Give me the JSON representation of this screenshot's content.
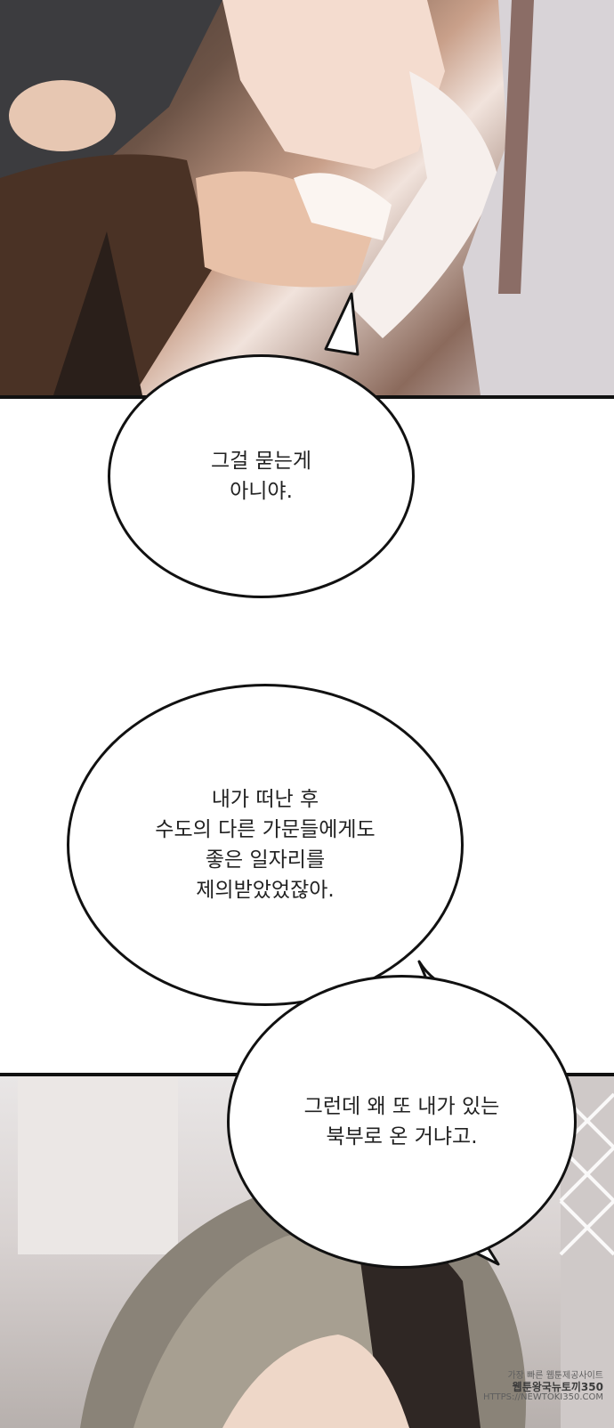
{
  "bubbles": [
    {
      "lines": [
        "그걸 묻는게",
        "아니야."
      ]
    },
    {
      "lines": [
        "내가 떠난 후",
        "수도의 다른 가문들에게도",
        "좋은 일자리를",
        "제의받았었잖아."
      ]
    },
    {
      "lines": [
        "그런데 왜 또 내가 있는",
        "북부로 온 거냐고."
      ]
    }
  ],
  "watermark": {
    "line1": "가장 빠른 웹툰제공사이트",
    "line2": "웹툰왕국뉴토끼350",
    "line3": "HTTPS://NEWTOKI350.COM"
  },
  "colors": {
    "ink": "#111111",
    "bubble_fill": "#ffffff",
    "text": "#222222"
  }
}
